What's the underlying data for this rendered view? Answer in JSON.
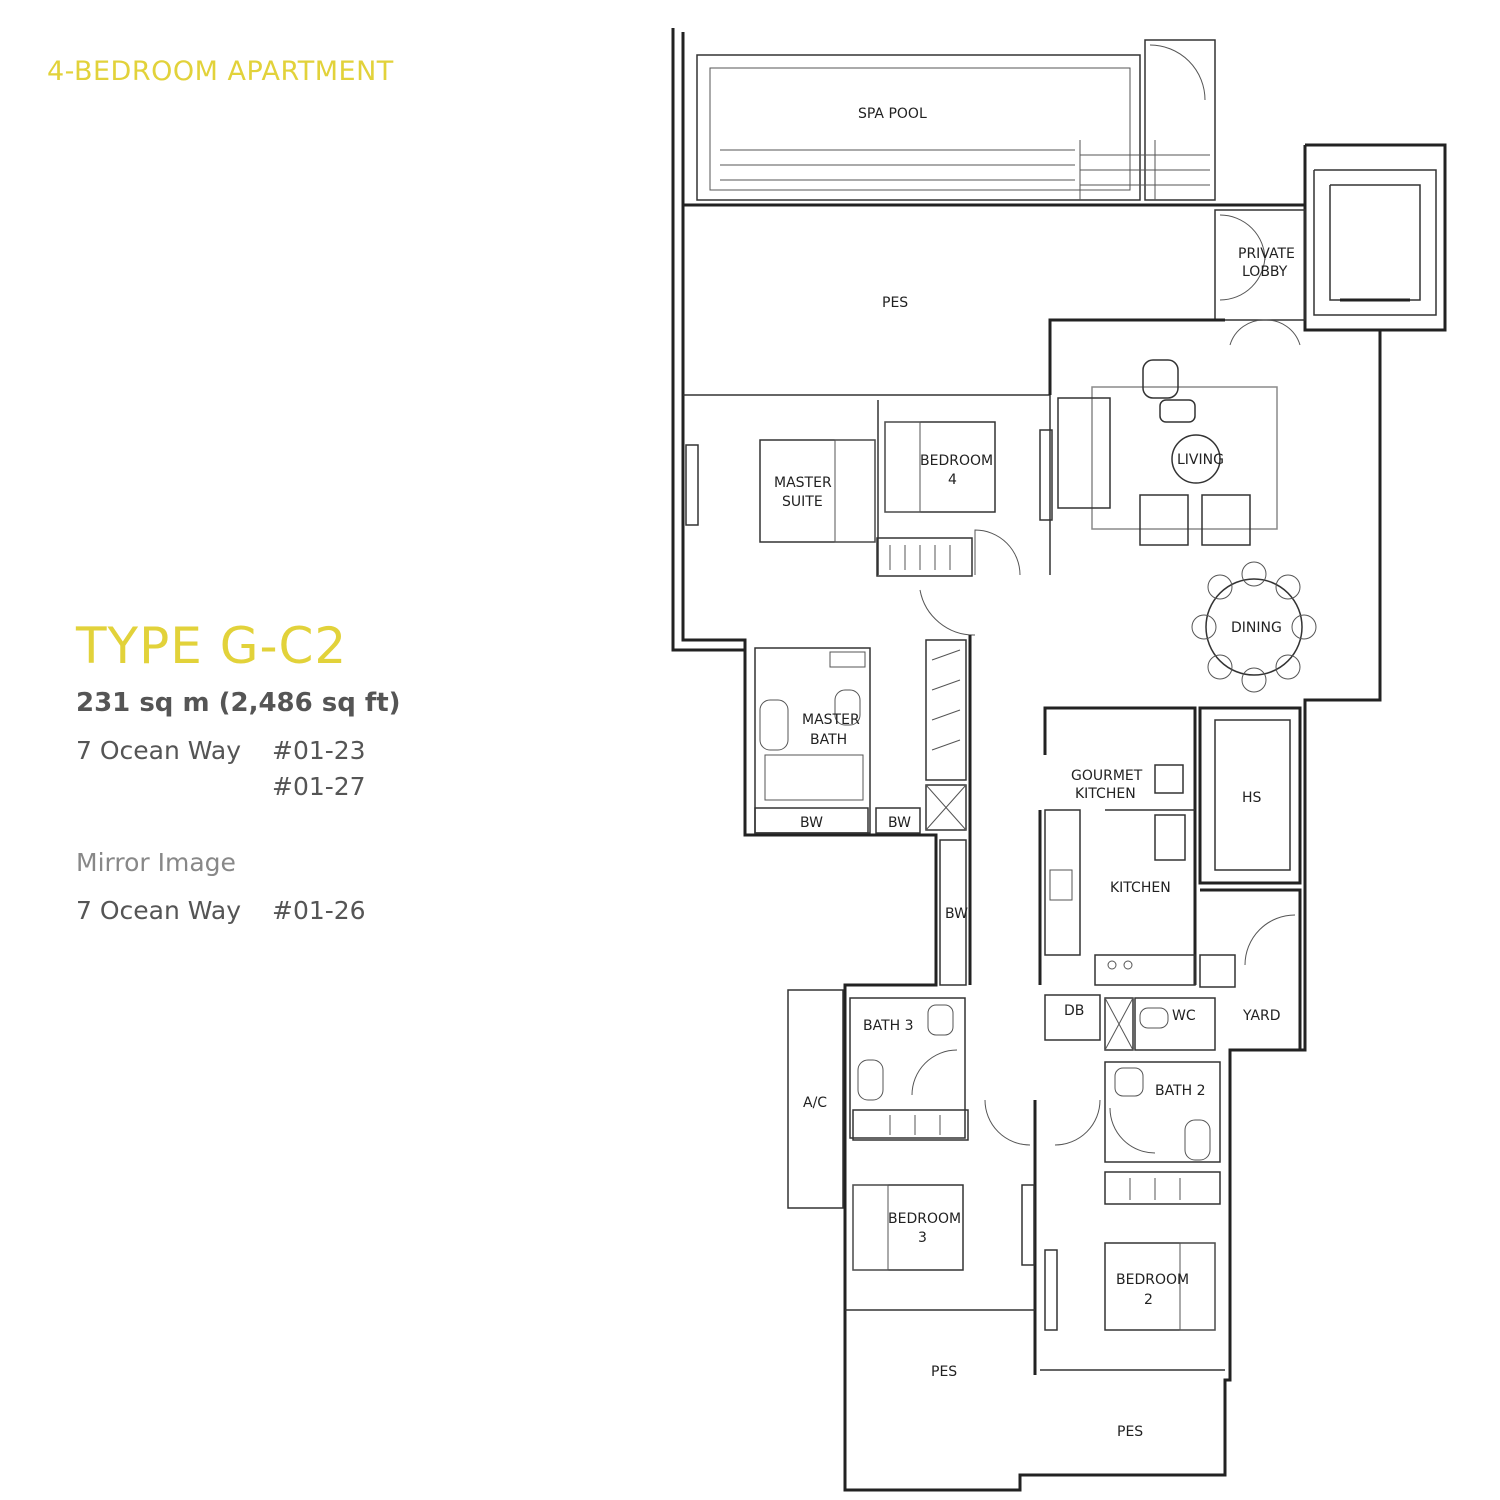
{
  "brand_color": "#e2d23a",
  "text_color": "#555555",
  "header": {
    "title": "4-BEDROOM APARTMENT"
  },
  "info": {
    "type": "TYPE G-C2",
    "area": "231 sq m (2,486 sq ft)",
    "address_1": "7 Ocean Way",
    "units_1": [
      "#01-23",
      "#01-27"
    ],
    "mirror_label": "Mirror Image",
    "address_2": "7 Ocean Way",
    "units_2": [
      "#01-26"
    ]
  },
  "plan": {
    "rooms": {
      "spa_pool": "SPA POOL",
      "pes_top": "PES",
      "private_lobby_1": "PRIVATE",
      "private_lobby_2": "LOBBY",
      "master_suite_1": "MASTER",
      "master_suite_2": "SUITE",
      "bedroom4_1": "BEDROOM",
      "bedroom4_2": "4",
      "living": "LIVING",
      "dining": "DINING",
      "master_bath_1": "MASTER",
      "master_bath_2": "BATH",
      "bw_1": "BW",
      "bw_2": "BW",
      "bw_3": "BW",
      "gourmet_kitchen_1": "GOURMET",
      "gourmet_kitchen_2": "KITCHEN",
      "kitchen": "KITCHEN",
      "hs": "HS",
      "db": "DB",
      "wc": "WC",
      "yard": "YARD",
      "bath3": "BATH 3",
      "bath2": "BATH 2",
      "ac": "A/C",
      "bedroom3_1": "BEDROOM",
      "bedroom3_2": "3",
      "bedroom2_1": "BEDROOM",
      "bedroom2_2": "2",
      "pes_bottom_1": "PES",
      "pes_bottom_2": "PES"
    }
  }
}
